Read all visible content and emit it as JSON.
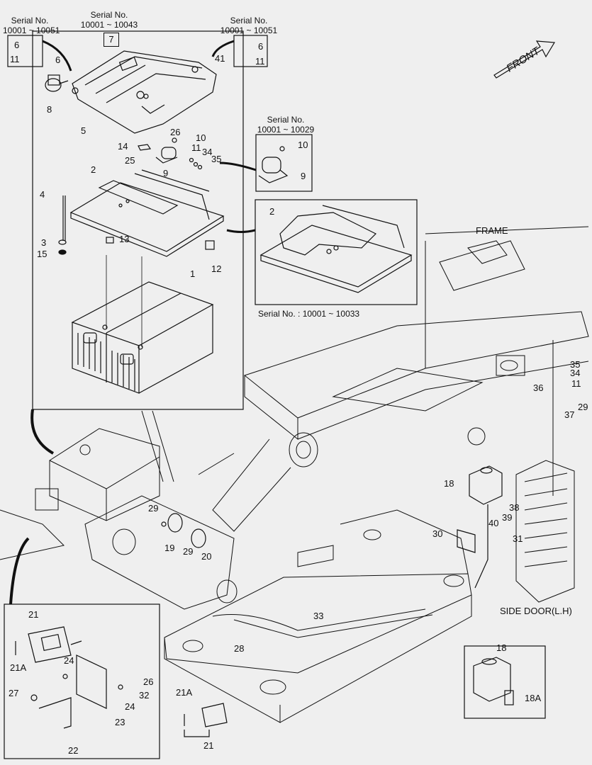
{
  "serial_labels": {
    "top_left": "Serial No.\n10001 ~ 10051",
    "top_mid": "Serial No.\n10001 ~ 10043",
    "top_right": "Serial No.\n10001 ~ 10051",
    "relay_inset": "Serial No.\n10001 ~ 10029",
    "bracket_inset": "Serial No. : 10001 ~ 10033"
  },
  "area_labels": {
    "front": "FRONT",
    "frame": "FRAME",
    "side_door": "SIDE DOOR(L.H)"
  },
  "part_numbers": [
    "1",
    "2",
    "3",
    "4",
    "5",
    "6",
    "7",
    "8",
    "9",
    "10",
    "11",
    "12",
    "13",
    "14",
    "15",
    "18",
    "18A",
    "19",
    "20",
    "21",
    "21A",
    "22",
    "23",
    "24",
    "25",
    "26",
    "27",
    "28",
    "29",
    "30",
    "31",
    "32",
    "33",
    "34",
    "35",
    "36",
    "37",
    "38",
    "39",
    "40",
    "41"
  ]
}
